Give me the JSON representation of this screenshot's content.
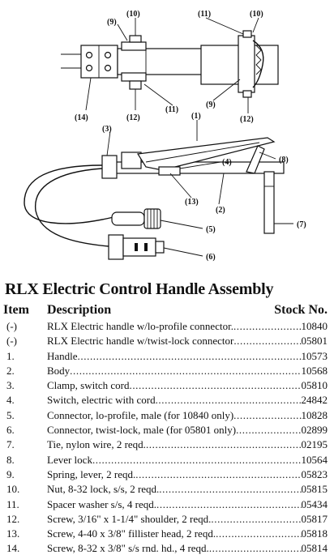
{
  "diagram": {
    "callouts": [
      "(1)",
      "(2)",
      "(3)",
      "(4)",
      "(5)",
      "(6)",
      "(7)",
      "(8)",
      "(9)",
      "(10)",
      "(11)",
      "(12)",
      "(13)",
      "(14)"
    ]
  },
  "title": "RLX Electric Control Handle Assembly",
  "header": {
    "item": "Item",
    "description": "Description",
    "stock": "Stock No."
  },
  "rows": [
    {
      "item": "(-)",
      "description": "RLX Electric handle w/lo-profile connector.",
      "stock": "10840"
    },
    {
      "item": "(-)",
      "description": "RLX Electric handle w/twist-lock connector",
      "stock": "05801"
    },
    {
      "item": "1.",
      "description": "Handle",
      "stock": "10573"
    },
    {
      "item": "2.",
      "description": "Body",
      "stock": "10568"
    },
    {
      "item": "3.",
      "description": "Clamp, switch cord",
      "stock": "05810"
    },
    {
      "item": "4.",
      "description": "Switch, electric with cord",
      "stock": "24842"
    },
    {
      "item": "5.",
      "description": "Connector, lo-profile, male (for 10840 only)",
      "stock": "10828"
    },
    {
      "item": "6.",
      "description": "Connector, twist-lock, male (for 05801 only)",
      "stock": "02899"
    },
    {
      "item": "7.",
      "description": "Tie, nylon wire, 2 reqd.",
      "stock": "02195"
    },
    {
      "item": "8.",
      "description": "Lever lock",
      "stock": "10564"
    },
    {
      "item": "9.",
      "description": "Spring, lever, 2 reqd.",
      "stock": "05823"
    },
    {
      "item": "10.",
      "description": "Nut, 8-32 lock, s/s, 2 reqd.",
      "stock": "05815"
    },
    {
      "item": "11.",
      "description": "Spacer washer s/s, 4 reqd.",
      "stock": "05434"
    },
    {
      "item": "12.",
      "description": "Screw, 3/16\" x 1-1/4\" shoulder, 2 reqd.",
      "stock": "05817"
    },
    {
      "item": "13.",
      "description": "Screw, 4-40 x 3/8\" fillister head, 2 reqd.",
      "stock": "05818"
    },
    {
      "item": "14.",
      "description": "Screw, 8-32 x 3/8\" s/s rnd. hd., 4 reqd.",
      "stock": "05814"
    }
  ]
}
